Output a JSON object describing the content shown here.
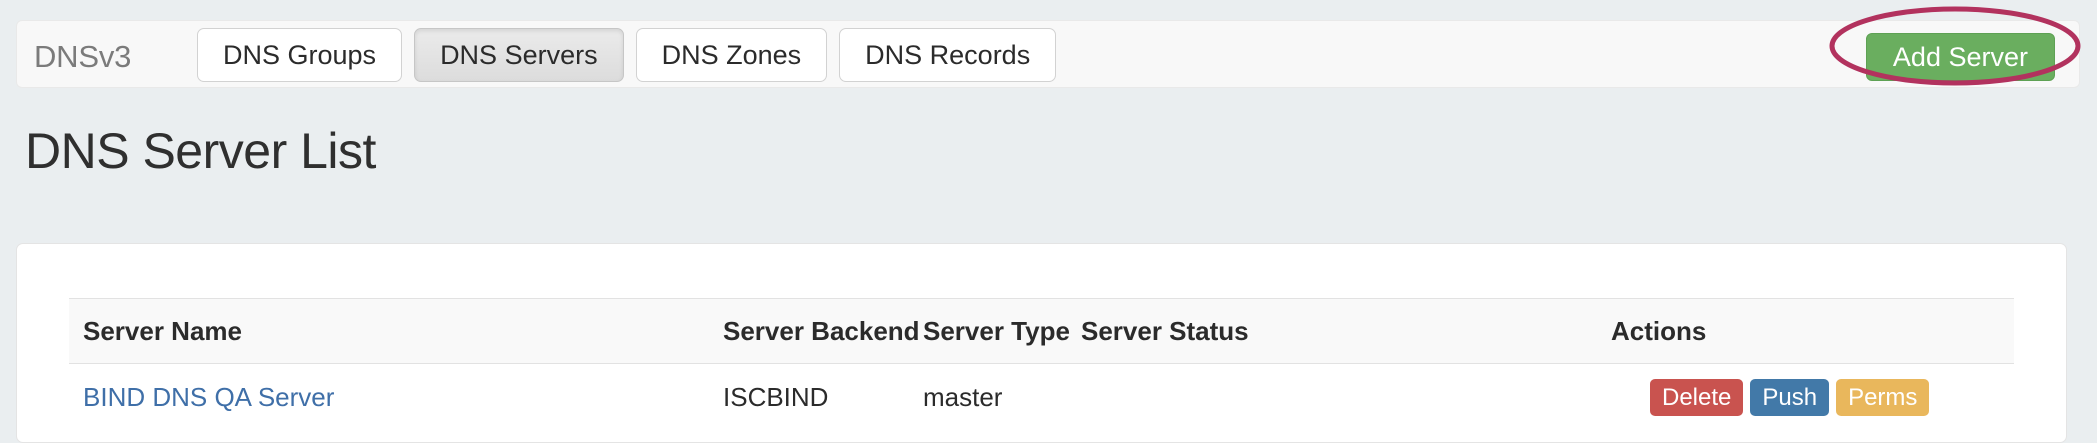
{
  "navbar": {
    "brand": "DNSv3",
    "tabs": [
      {
        "label": "DNS Groups",
        "active": false
      },
      {
        "label": "DNS Servers",
        "active": true
      },
      {
        "label": "DNS Zones",
        "active": false
      },
      {
        "label": "DNS Records",
        "active": false
      }
    ],
    "add_button": {
      "label": "Add Server",
      "color": "#6aae5f"
    }
  },
  "annotation": {
    "shape": "ellipse",
    "color": "#b2325e",
    "target": "Add Server"
  },
  "page": {
    "title": "DNS Server List",
    "background": "#eaeef0"
  },
  "table": {
    "columns": [
      "Server Name",
      "Server Backend",
      "Server Type",
      "Server Status",
      "Actions"
    ],
    "rows": [
      {
        "server_name": "BIND DNS QA Server",
        "server_backend": "ISCBIND",
        "server_type": "master",
        "server_status": "",
        "actions": [
          {
            "label": "Delete",
            "color": "#c9534f",
            "variant": "delete"
          },
          {
            "label": "Push",
            "color": "#4279a8",
            "variant": "push"
          },
          {
            "label": "Perms",
            "color": "#e9b75c",
            "variant": "perms"
          }
        ]
      }
    ]
  }
}
